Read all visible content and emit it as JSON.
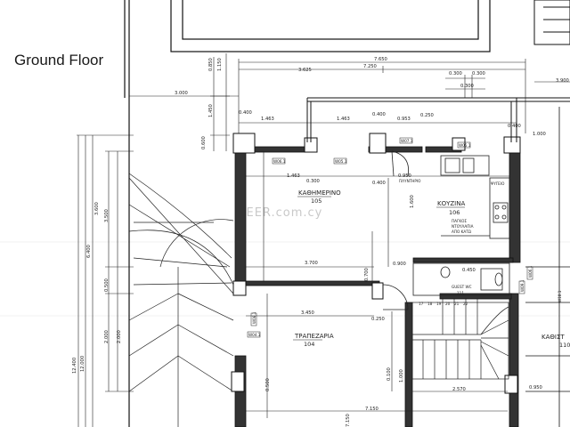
{
  "title": "Ground Floor",
  "watermark": "FEER.com.cy",
  "rooms": [
    {
      "name": "ΚΑΘΗΜΕΡΙΝΟ",
      "number": "105"
    },
    {
      "name": "ΚΟΥΖΙΝΑ",
      "number": "106"
    },
    {
      "name": "ΤΡΑΠΕΖΑΡΙΑ",
      "number": "104"
    },
    {
      "name": "ΚΑΘΙΣΤ",
      "number": "110"
    },
    {
      "name": "GUEST WC",
      "number": "111"
    }
  ],
  "dimensions": {
    "d7650": "7.650",
    "d7250": "7.250",
    "d3625": "3.625",
    "d3000": "3.000",
    "d0300a": "0.300",
    "d0300b": "0.300",
    "d0300c": "0.300",
    "d3900": "3.900",
    "d0400a": "0.400",
    "d1463a": "1.463",
    "d1463b": "1.463",
    "d0400b": "0.400",
    "d0953": "0.953",
    "d0250a": "0.250",
    "d0400c": "0.400",
    "d1000": "1.000",
    "d0300d": "0.300",
    "d1463c": "1.463",
    "d0400d": "0.400",
    "d0950a": "0.950",
    "d1600": "1.600",
    "d0700": "0.700",
    "d0900": "0.900",
    "d3700": "3.700",
    "d0450": "0.450",
    "d3450": "3.450",
    "d0250b": "0.250",
    "d2570": "2.570",
    "d0950b": "0.950",
    "d7150a": "7.150",
    "d7150b": "7.150",
    "d0850": "0.850",
    "d1150": "1.150",
    "d1450": "1.450",
    "d0600": "0.600",
    "d3600": "3.600",
    "d3500": "3.500",
    "d6400": "6.400",
    "d0500a": "0.500",
    "d2000a": "2.000",
    "d2000b": "2.000",
    "d12400": "12.400",
    "d12000": "12.000",
    "d0500b": "0.500",
    "d0100": "0.100",
    "d1000b": "1.000"
  },
  "labels": {
    "w1": "W06.1",
    "w2": "W05.1",
    "w3": "W07.1",
    "w4": "W05.1",
    "w5": "W04.1",
    "w6": "W08.1",
    "w7": "W06.1",
    "w8": "W10.1",
    "w9": "W09.1",
    "appliance": "ΠΛΥΝΤΗΡΙΟ",
    "fridge": "ΨΥΓΕΙΟ",
    "counter_a": "ΠΑΓΚΟΣ",
    "counter_b": "ΝΤΟΥΛΑΠΙΑ",
    "counter_c": "ΑΠΟ ΚΑΤΩ"
  },
  "stair_numbers": [
    "17",
    "18",
    "19",
    "20",
    "21",
    "22"
  ]
}
